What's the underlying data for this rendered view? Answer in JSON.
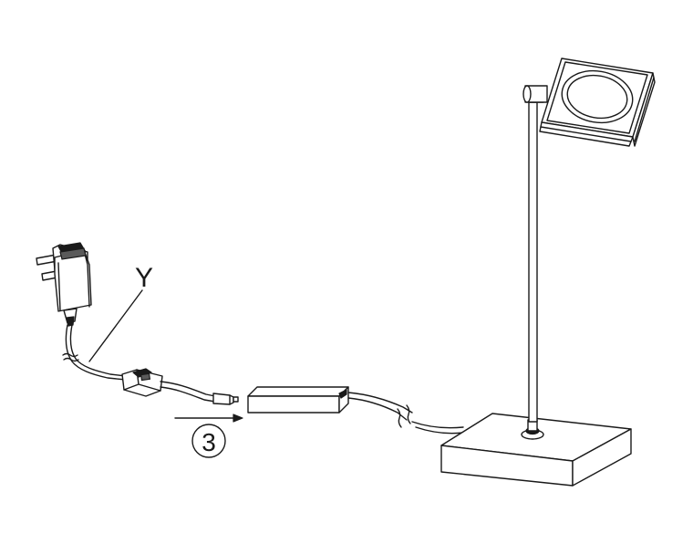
{
  "labels": {
    "callout_y": "Y",
    "step_number": "3"
  },
  "components": {
    "plug_adapter": "plug-adapter",
    "inline_switch": "inline-switch",
    "connector_plug": "connector-plug",
    "driver_box": "driver-box",
    "lamp": "table-lamp"
  },
  "colors": {
    "line": "#1a1a1a",
    "background": "#ffffff"
  }
}
